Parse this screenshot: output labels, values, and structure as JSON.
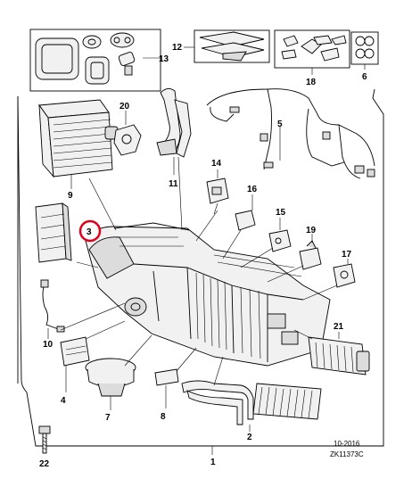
{
  "diagram": {
    "callouts": [
      "1",
      "2",
      "3",
      "4",
      "5",
      "6",
      "7",
      "8",
      "9",
      "10",
      "11",
      "12",
      "13",
      "14",
      "15",
      "16",
      "17",
      "18",
      "19",
      "20",
      "21",
      "22"
    ],
    "highlighted_callout": "3",
    "highlight_color": "#e0001b",
    "footer": {
      "date": "10-2016",
      "code": "ZK11373C"
    }
  }
}
